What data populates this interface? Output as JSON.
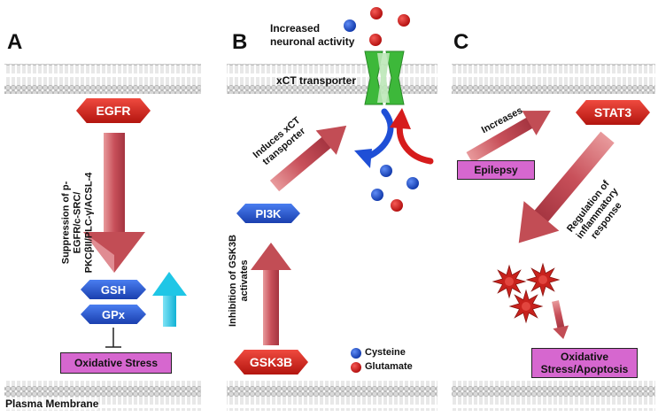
{
  "panels": {
    "a": "A",
    "b": "B",
    "c": "C"
  },
  "membrane_label": "Plasma Membrane",
  "panel_a": {
    "egfr": "EGFR",
    "suppression_line1": "Suppression of p-",
    "suppression_line2": "EGFR/c-SRC/",
    "suppression_line3": "PKCβII/PLC-γ/ACSL-4",
    "gsh": "GSH",
    "gpx": "GPx",
    "oxidative_stress": "Oxidative Stress"
  },
  "panel_b": {
    "increased_line1": "Increased",
    "increased_line2": "neuronal activity",
    "xct": "xCT transporter",
    "induces_line1": "Induces xCT",
    "induces_line2": "transporter",
    "pi3k": "PI3K",
    "inhibition_line1": "Inhibition of GSK3B",
    "inhibition_line2": "activates",
    "gsk3b": "GSK3B",
    "legend_cysteine": "Cysteine",
    "legend_glutamate": "Glutamate"
  },
  "panel_c": {
    "increases": "Increases",
    "stat3": "STAT3",
    "epilepsy": "Epilepsy",
    "regulation_line1": "Regulation of",
    "regulation_line2": "inflammatory",
    "regulation_line3": "response",
    "outcome_line1": "Oxidative",
    "outcome_line2": "Stress/Apoptosis"
  },
  "colors": {
    "red_badge": "#d9221c",
    "blue_badge": "#2255cc",
    "pink_box": "#d667cf",
    "arrow_salmon": "#c24d55",
    "arrow_cyan": "#1fc6e6",
    "transporter_green": "#3db83a",
    "cysteine_blue": "#1b4fcf",
    "glutamate_red": "#d61c1c"
  }
}
